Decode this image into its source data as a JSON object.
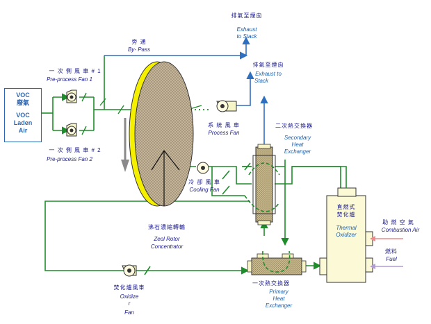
{
  "colors": {
    "flow_line": "#1e8c2a",
    "exhaust_line": "#2f6fbf",
    "rotor_yellow": "#f5f000",
    "combustion_air_arrow": "#f08a8a",
    "fuel_arrow": "#b39ad8"
  },
  "voc_box": {
    "line1": "VOC",
    "line2": "廢氣",
    "line3": "VOC",
    "line4": "Laden",
    "line5": "Air"
  },
  "bypass": {
    "zh": "旁 通",
    "en": "By- Pass"
  },
  "exhaust_top": {
    "zh": "排氣至煙囪",
    "en1": "Exhaust",
    "en2": "to Stack"
  },
  "exhaust_mid": {
    "zh": "排氣至煙囪",
    "en1": "Exhaust to",
    "en2": "Stack"
  },
  "fan1": {
    "zh": "一 次 側 風 車 # 1",
    "en": "Pre-process Fan 1"
  },
  "fan2": {
    "zh": "一 次 側 風 車 # 2",
    "en": "Pre-process Fan 2"
  },
  "process_fan": {
    "zh": "系 統 風 車",
    "en": "Process Fan"
  },
  "cooling_fan": {
    "zh": "冷 卻 風 車",
    "en": "Cooling Fan"
  },
  "secondary_hx": {
    "zh": "二次熱交換器",
    "en1": "Secondary",
    "en2": "Heat",
    "en3": "Exchanger"
  },
  "rotor": {
    "zh": "沸石濃縮轉輪",
    "en1": "Zeol Rotor",
    "en2": "Concentrator"
  },
  "oxidizer": {
    "zh1": "直燃式",
    "zh2": "焚化爐",
    "en1": "Thermal",
    "en2": "Oxidizer"
  },
  "combustion_air": {
    "zh": "助 燃 空 氣",
    "en": "Combustion Air"
  },
  "fuel": {
    "zh": "燃料",
    "en": "Fuel"
  },
  "primary_hx": {
    "zh": "一次熱交換器",
    "en1": "Primary",
    "en2": "Heat",
    "en3": "Exchanger"
  },
  "oxidizer_fan": {
    "zh": "焚化爐風車",
    "en1": "Oxidize",
    "en2": "r",
    "en3": "Fan"
  }
}
